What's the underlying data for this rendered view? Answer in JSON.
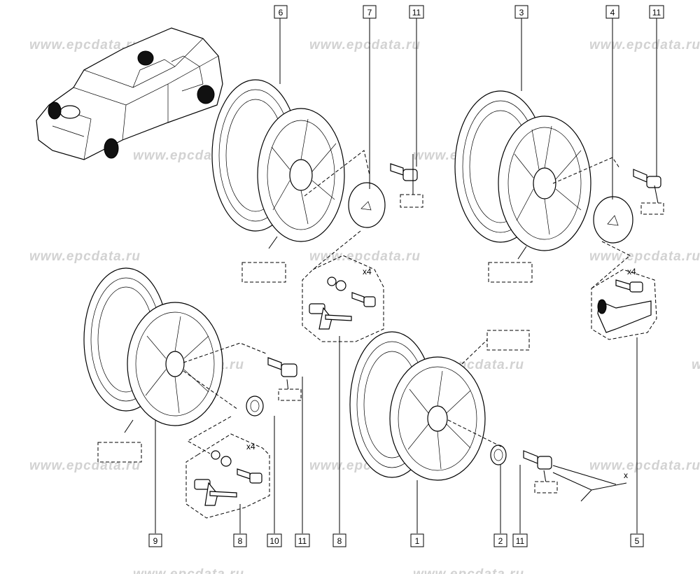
{
  "watermark": "www.epcdata.ru",
  "callouts": [
    "6",
    "7",
    "11",
    "3",
    "4",
    "11",
    "9",
    "8",
    "10",
    "11",
    "8",
    "1",
    "2",
    "11",
    "5"
  ],
  "quantities": [
    "x4",
    "x4",
    "x4"
  ],
  "axis_label": "x",
  "footer_watermark": "www.epcdata.ru"
}
